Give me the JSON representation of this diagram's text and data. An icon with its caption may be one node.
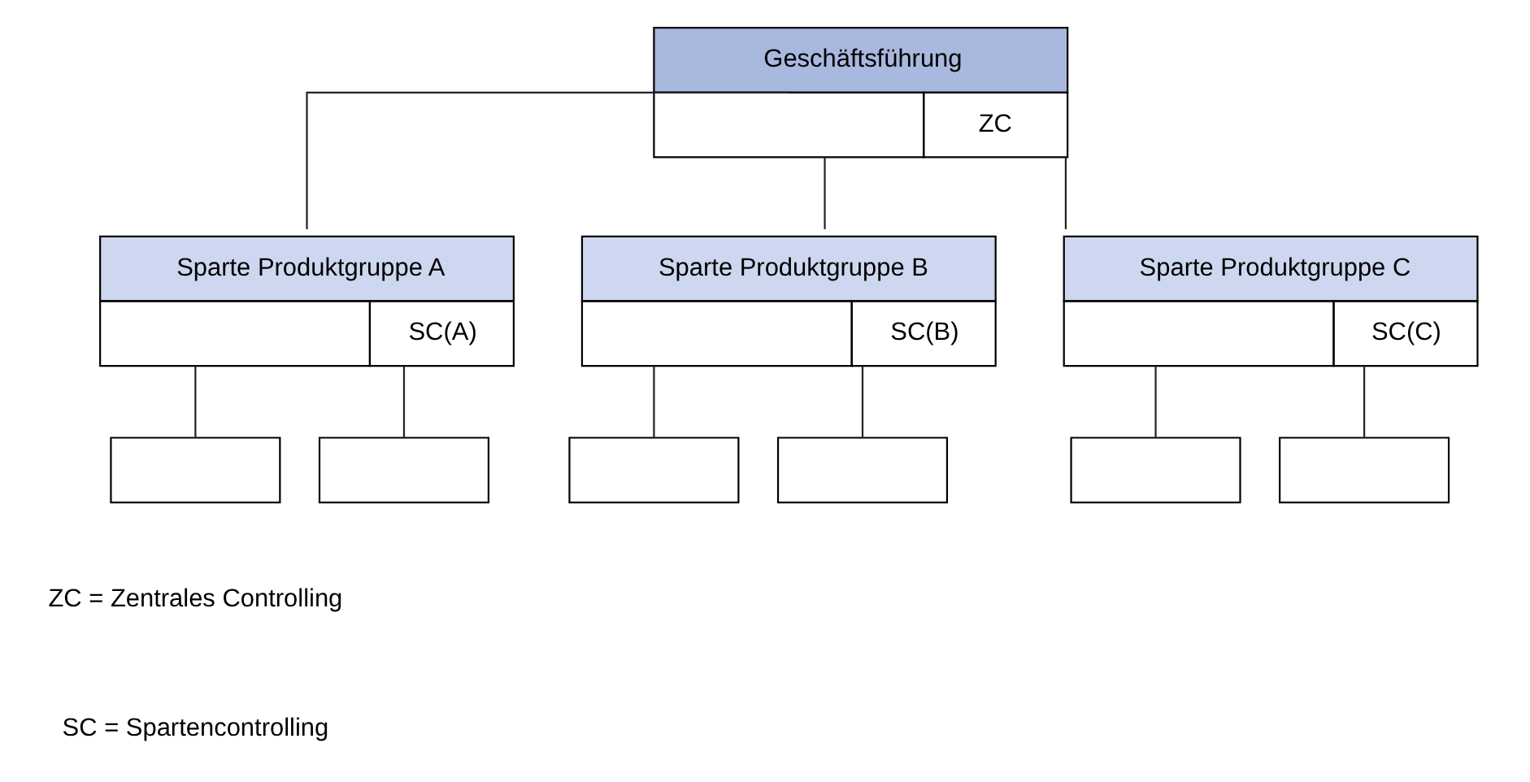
{
  "diagram": {
    "nodes": [
      {
        "text": [
          "Geschäftsführung",
          "ZC"
        ]
      },
      {
        "text": [
          "Sparte Produktgruppe A",
          "SC(A)"
        ]
      },
      {
        "text": [
          "Sparte Produktgruppe B",
          "SC(B)"
        ]
      },
      {
        "text": [
          "Sparte Produktgruppe C",
          "SC(C)"
        ]
      },
      {
        "text": [],
        "shape": "box"
      },
      {
        "text": [],
        "shape": "box"
      },
      {
        "text": [],
        "shape": "box"
      },
      {
        "text": [],
        "shape": "box"
      },
      {
        "text": [],
        "shape": "box"
      },
      {
        "text": [],
        "shape": "box"
      }
    ],
    "edges": [
      {
        "from": 0,
        "to": 1,
        "arrow": "none"
      },
      {
        "from": 0,
        "to": 2,
        "arrow": "none"
      },
      {
        "from": 0,
        "to": 3,
        "arrow": "none"
      },
      {
        "from": 1,
        "to": 4,
        "arrow": "none"
      },
      {
        "from": 1,
        "to": 5,
        "arrow": "none"
      },
      {
        "from": 2,
        "to": 6,
        "arrow": "none"
      },
      {
        "from": 2,
        "to": 7,
        "arrow": "none"
      },
      {
        "from": 3,
        "to": 8,
        "arrow": "none"
      },
      {
        "from": 3,
        "to": 9,
        "arrow": "none"
      }
    ],
    "labels": [
      "ZC = Zentrales Controlling",
      "SC = Spartencontrolling"
    ]
  }
}
